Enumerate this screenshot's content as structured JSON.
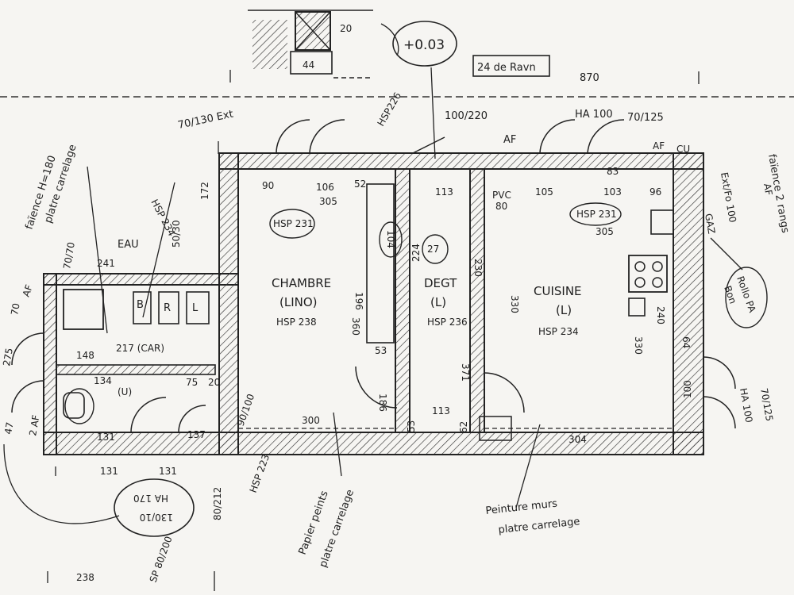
{
  "plan": {
    "elevation": "+0.03",
    "slab_note": "24 de Ravn",
    "overall_width": "870",
    "hatch_label": "44",
    "hatch_dim": "20",
    "top_notes": {
      "window_ext": "70/130 Ext",
      "top_hsp226": "HSP226",
      "door_top": "100/220",
      "af_top": "AF",
      "ha_top": "HA 100",
      "win_top_right": "70/125",
      "af_cu": "AF",
      "cu": "CU"
    },
    "left_notes": {
      "faience": "faïence H=180",
      "faience_2": "platre carrelage",
      "eau": "EAU",
      "hsp_left": "HSP 234",
      "win_70_70": "70/70",
      "dim_241": "241",
      "dim_70": "70",
      "af_left": "AF",
      "dim_275": "275",
      "af_bottom_left": "2 AF",
      "dim_47": "47",
      "dim_131": "131"
    },
    "rooms": {
      "chambre": "CHAMBRE",
      "chambre_floor": "(LINO)",
      "chambre_hsp": "HSP 238",
      "degt": "DEGT",
      "degt_floor": "(L)",
      "degt_hsp": "HSP 236",
      "cuisine": "CUISINE",
      "cuisine_floor": "(L)",
      "cuisine_hsp": "HSP 234",
      "wc_dim": "217 (CAR)",
      "u_lbl": "(U)",
      "b_lbl": "B",
      "r_lbl": "R",
      "l_lbl": "L"
    },
    "dims": {
      "d90": "90",
      "d106": "106",
      "d52": "52",
      "d305a": "305",
      "hsp231": "HSP 231",
      "d113": "113",
      "d196": "196",
      "d360": "360",
      "d53": "53",
      "d186": "186",
      "d224": "224",
      "d230": "230",
      "d330": "330",
      "d371": "371",
      "d300": "300",
      "d113b": "113",
      "d53b": "53",
      "d62": "62",
      "d304": "304",
      "d96": "96",
      "d83": "83",
      "d103": "103",
      "d105": "105",
      "d80": "80",
      "pvc": "PVC",
      "hsp231b": "HSP 231",
      "d305b": "305",
      "d240": "240",
      "d330b": "330",
      "d64": "64",
      "d100": "100",
      "d172": "172",
      "d134": "134",
      "d148": "148",
      "d75": "75",
      "d20": "20",
      "d80_212": "80/212",
      "d90_100": "90/100",
      "d50_30": "50/30",
      "d137": "137",
      "d104": "104",
      "d27": "27"
    },
    "right_notes": {
      "faience_right": "faïence 2 rangs",
      "af_right": "AF",
      "ha_right": "HA 100",
      "win_right": "70/125",
      "ext_fo": "Ext/Fo 100",
      "gaz": "GAZ",
      "rollo": "Rollo PA",
      "rollo_2": "Bon"
    },
    "bottom_notes": {
      "hsp223": "HSP 223",
      "papier": "Papier peints",
      "papier_2": "platre carrelage",
      "peinture": "Peinture murs",
      "peinture_2": "platre carrelage",
      "ha170": "HA 170",
      "d1301": "130/10",
      "sp_80_200": "SP 80/200",
      "d238": "238",
      "d131b": "131",
      "e_dim": "131"
    }
  }
}
